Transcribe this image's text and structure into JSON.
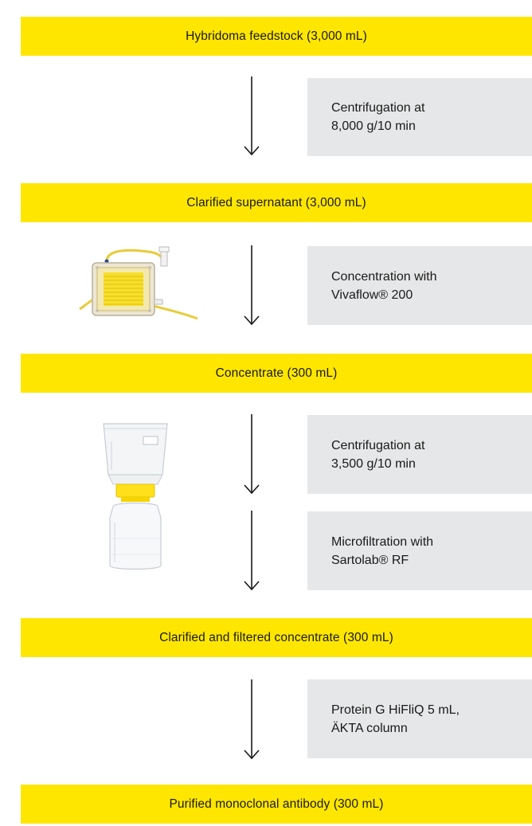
{
  "steps": [
    "Hybridoma feedstock (3,000 mL)",
    "Clarified supernatant (3,000 mL)",
    "Concentrate (300 mL)",
    "Clarified and filtered concentrate (300 mL)",
    "Purified monoclonal antibody (300 mL)"
  ],
  "processes": [
    "Centrifugation at\n8,000 g/10 min",
    "Concentration with\nVivaflow® 200",
    "Centrifugation at\n3,500 g/10 min",
    "Microfiltration with\nSartolab® RF",
    "Protein G HiFliQ 5 mL,\nÄKTA column"
  ],
  "colors": {
    "step_band": "#ffe600",
    "process_box": "#e6e7e8",
    "arrow": "#1a1a1a"
  },
  "icons": [
    "down-arrow-icon",
    "vivaflow-cassette-icon",
    "sartolab-bottle-filter-icon"
  ]
}
